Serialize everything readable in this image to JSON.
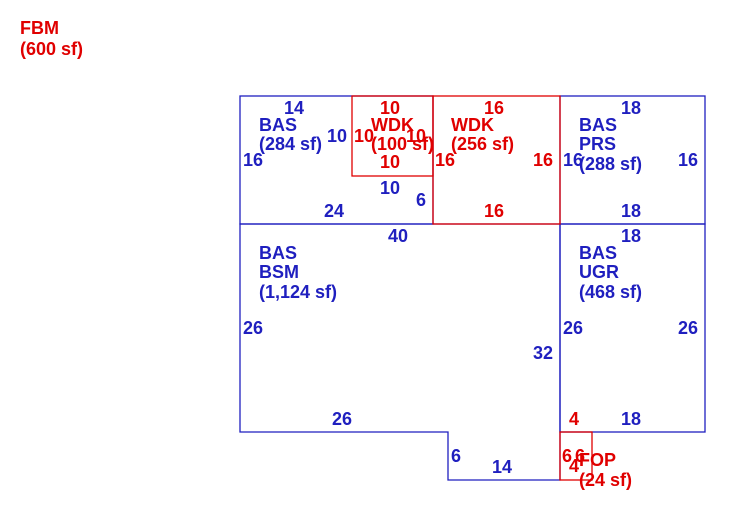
{
  "colors": {
    "blue": "#1f1fbf",
    "red": "#e00000",
    "background": "#ffffff"
  },
  "labels": {
    "fbm": {
      "name": "FBM",
      "area": "(600 sf)"
    },
    "bas_top_left": {
      "name": "BAS",
      "area": "(284 sf)"
    },
    "wdk_small": {
      "name": "WDK",
      "area": "(100 sf)"
    },
    "wdk_large": {
      "name": "WDK",
      "area": "(256 sf)"
    },
    "bas_prs": {
      "name": "BAS",
      "sub": "PRS",
      "area": "(288 sf)"
    },
    "bas_bsm": {
      "name": "BAS",
      "sub": "BSM",
      "area": "(1,124 sf)"
    },
    "bas_ugr": {
      "name": "BAS",
      "sub": "UGR",
      "area": "(468 sf)"
    },
    "fop": {
      "name": "FOP",
      "area": "(24 sf)"
    }
  },
  "dimensions": {
    "tl_top": "14",
    "tl_left": "16",
    "tl_right": "10",
    "tl_bottom": "24",
    "wdk_small_top": "10",
    "wdk_small_left": "10",
    "wdk_small_right": "10",
    "wdk_small_bottom": "10",
    "notch_bottom": "10",
    "notch_right": "6",
    "wdk_large_top": "16",
    "wdk_large_left": "16",
    "wdk_large_right": "16",
    "wdk_large_bottom": "16",
    "prs_top": "18",
    "prs_left": "16",
    "prs_right": "16",
    "prs_bottom": "18",
    "bsm_top": "40",
    "bsm_left": "26",
    "bsm_right": "32",
    "bsm_bottom": "26",
    "bsm_step": "6",
    "bsm_bottom_right": "14",
    "ugr_top": "18",
    "ugr_left": "26",
    "ugr_right": "26",
    "ugr_bottom": "18",
    "fop_top": "4",
    "fop_left": "6",
    "fop_right": "6",
    "fop_bottom": "4"
  }
}
